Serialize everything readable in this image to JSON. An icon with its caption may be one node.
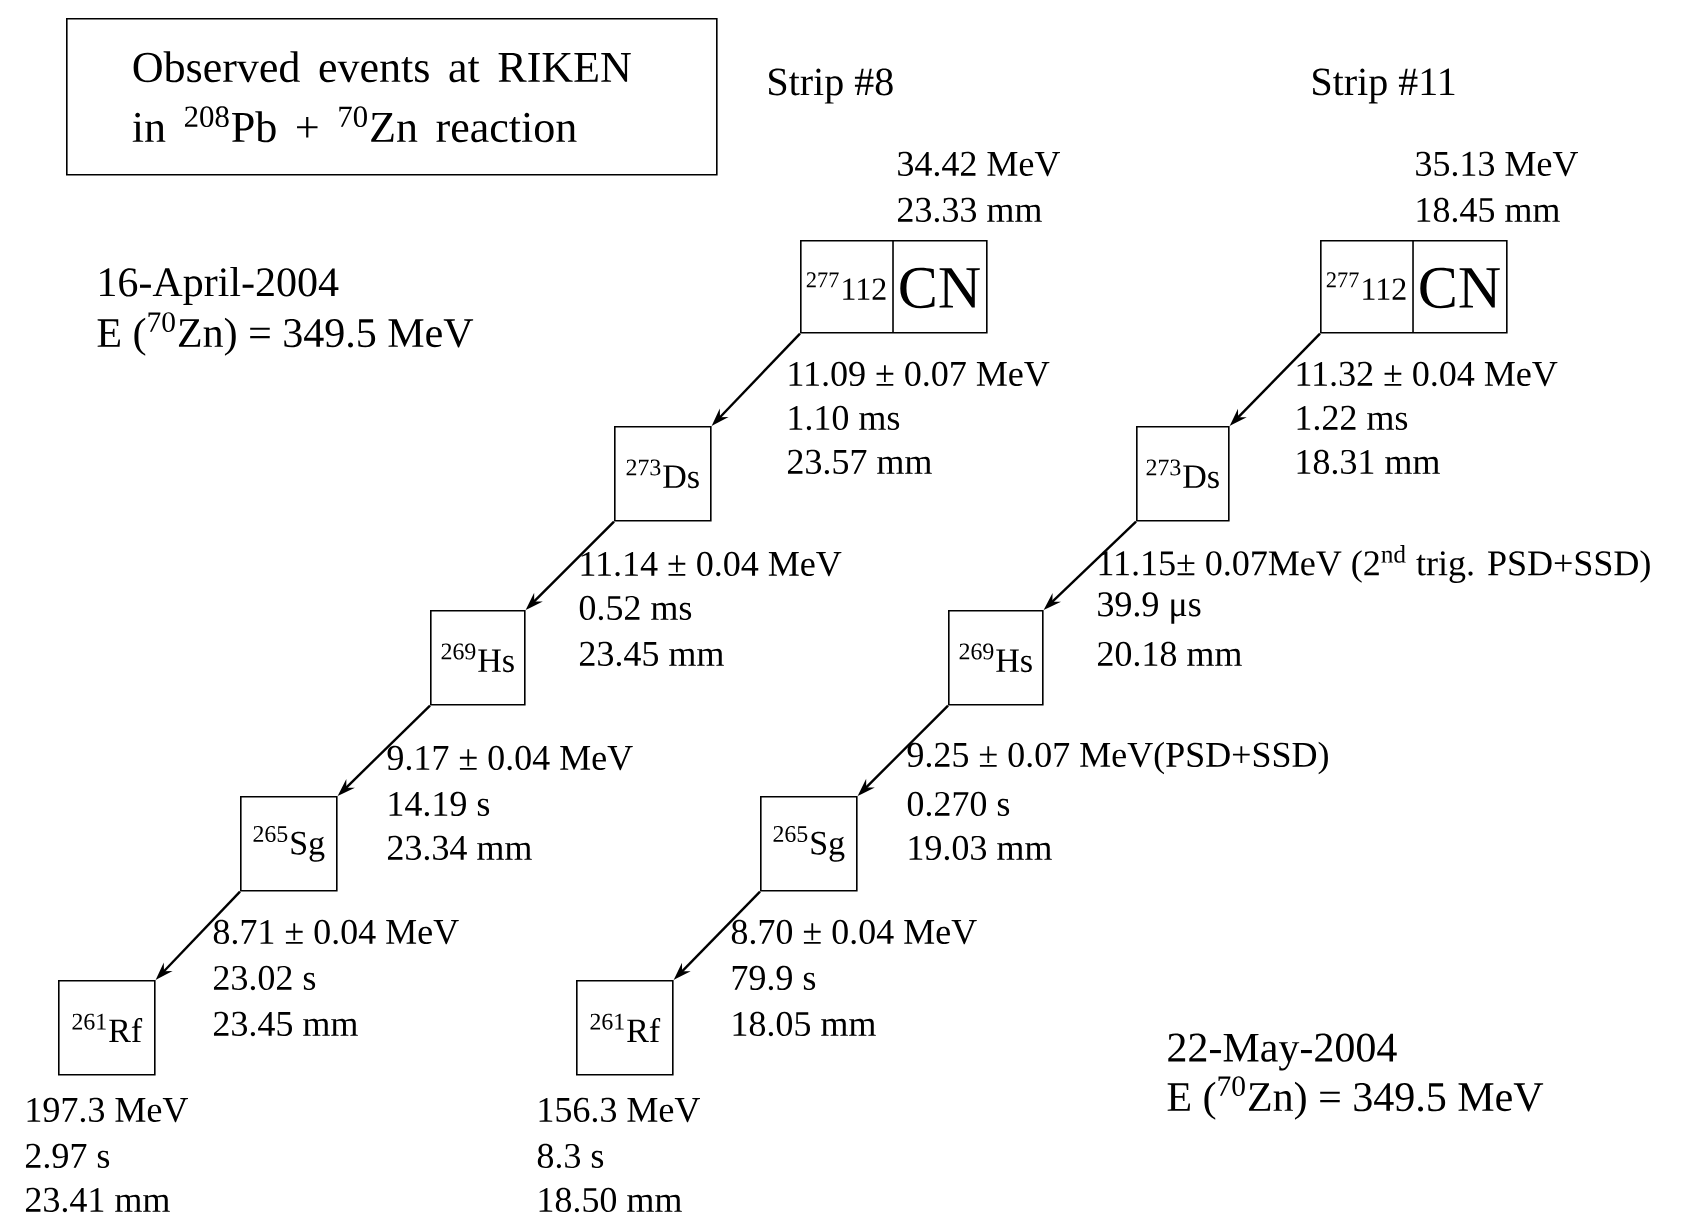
{
  "diagram": {
    "title": "Observed events at RIKEN in $^{208}$Pb + $^{70}$Zn reaction",
    "nodes": [
      {
        "text": [
          "$^{277}$112",
          "CN"
        ],
        "beside": [
          "34.42 MeV",
          "23.33 mm"
        ]
      },
      {
        "text": [
          "$^{273}$Ds"
        ],
        "beside": [
          "11.09 ± 0.07 MeV",
          "1.10 ms",
          "23.57 mm"
        ]
      },
      {
        "text": [
          "$^{269}$Hs"
        ],
        "beside": [
          "11.14 ± 0.04 MeV",
          "0.52 ms",
          "23.45 mm"
        ]
      },
      {
        "text": [
          "$^{265}$Sg"
        ],
        "beside": [
          "9.17 ± 0.04 MeV",
          "14.19 s",
          "23.34 mm"
        ]
      },
      {
        "text": [
          "$^{261}$Rf"
        ],
        "beside": [
          "8.71 ± 0.04 MeV",
          "23.02 s",
          "23.45 mm",
          "197.3 MeV",
          "2.97 s",
          "23.41 mm"
        ]
      },
      {
        "text": [
          "$^{277}$112",
          "CN"
        ],
        "beside": [
          "35.13 MeV",
          "18.45 mm"
        ]
      },
      {
        "text": [
          "$^{273}$Ds"
        ],
        "beside": [
          "11.32 ± 0.04 MeV",
          "1.22 ms",
          "18.31 mm"
        ]
      },
      {
        "text": [
          "$^{269}$Hs"
        ],
        "beside": [
          "11.15± 0.07MeV (2$^{nd}$ trig. PSD+SSD)",
          "39.9 μs",
          "20.18 mm"
        ]
      },
      {
        "text": [
          "$^{265}$Sg"
        ],
        "beside": [
          "9.25 ± 0.07 MeV(PSD+SSD)",
          "0.270 s",
          "19.03 mm"
        ]
      },
      {
        "text": [
          "$^{261}$Rf"
        ],
        "beside": [
          "8.70 ± 0.04 MeV",
          "79.9 s",
          "18.05 mm",
          "156.3 MeV",
          "8.3 s",
          "18.50 mm"
        ]
      }
    ],
    "edges": [
      {
        "from": 0,
        "to": 1,
        "arrow": "to"
      },
      {
        "from": 1,
        "to": 2,
        "arrow": "to"
      },
      {
        "from": 2,
        "to": 3,
        "arrow": "to"
      },
      {
        "from": 3,
        "to": 4,
        "arrow": "to"
      },
      {
        "from": 5,
        "to": 6,
        "arrow": "to"
      },
      {
        "from": 6,
        "to": 7,
        "arrow": "to"
      },
      {
        "from": 7,
        "to": 8,
        "arrow": "to"
      },
      {
        "from": 8,
        "to": 9,
        "arrow": "to"
      }
    ],
    "labels": [
      "Strip #8",
      "Strip #11",
      "16-April-2004",
      "E ($^{70}$Zn) = 349.5 MeV",
      "22-May-2004",
      "E ($^{70}$Zn) = 349.5 MeV"
    ]
  }
}
